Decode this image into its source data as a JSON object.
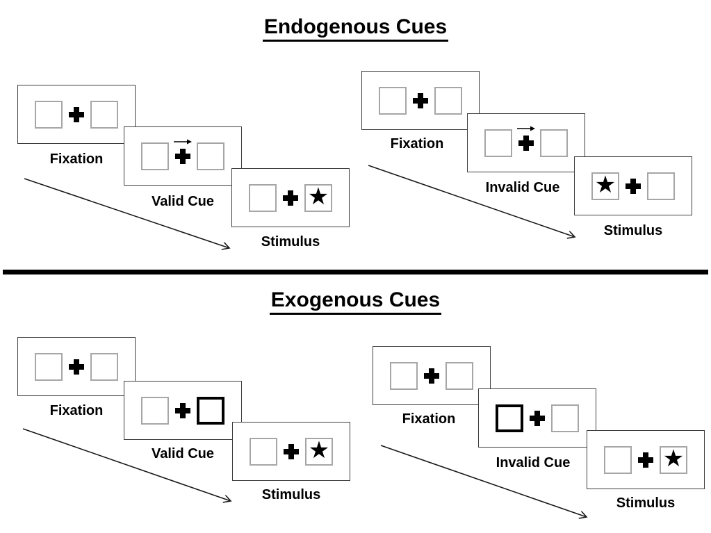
{
  "titles": {
    "endogenous": "Endogenous Cues",
    "exogenous": "Exogenous Cues"
  },
  "icons": {
    "star": "★",
    "fixation_cross": "heavy-plus-cross",
    "cue_direction_arrow": "right-arrow",
    "timeline_arrow": "diagonal-down-right-arrow"
  },
  "colors": {
    "ink": "#000000",
    "panel_border": "#3d3d3d",
    "placeholder_box_border": "#a6a6a6",
    "highlight_box_border": "#000000",
    "background": "#ffffff"
  },
  "groups": {
    "endo_valid": {
      "labels": {
        "fixation": "Fixation",
        "cue": "Valid Cue",
        "stimulus": "Stimulus"
      }
    },
    "endo_invalid": {
      "labels": {
        "fixation": "Fixation",
        "cue": "Invalid Cue",
        "stimulus": "Stimulus"
      }
    },
    "exo_valid": {
      "labels": {
        "fixation": "Fixation",
        "cue": "Valid Cue",
        "stimulus": "Stimulus"
      }
    },
    "exo_invalid": {
      "labels": {
        "fixation": "Fixation",
        "cue": "Invalid Cue",
        "stimulus": "Stimulus"
      }
    }
  }
}
